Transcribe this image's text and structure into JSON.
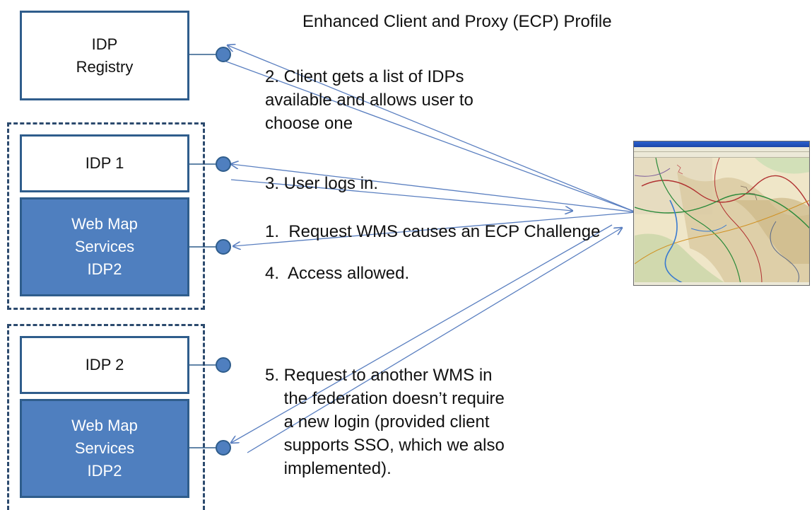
{
  "title": "Enhanced Client and Proxy (ECP) Profile",
  "boxes": {
    "idp_registry": "IDP\nRegistry",
    "idp1": "IDP 1",
    "wms_top": "Web Map\nServices\nIDP2",
    "idp2": "IDP 2",
    "wms_bottom": "Web Map\nServices\nIDP2"
  },
  "steps": {
    "step2": "2. Client gets a list of IDPs\navailable and allows user to\nchoose one",
    "step3": "3. User logs in.",
    "step1": "1.  Request WMS causes an ECP Challenge",
    "step4": "4.  Access allowed.",
    "step5": "5. Request to another WMS in\n    the federation doesn’t require\n    a new login (provided client\n    supports SSO, which we also\n    implemented)."
  },
  "colors": {
    "box_fill_blue": "#4f7fbf",
    "box_border": "#2f5d8c",
    "arrow": "#5a7fc0"
  }
}
